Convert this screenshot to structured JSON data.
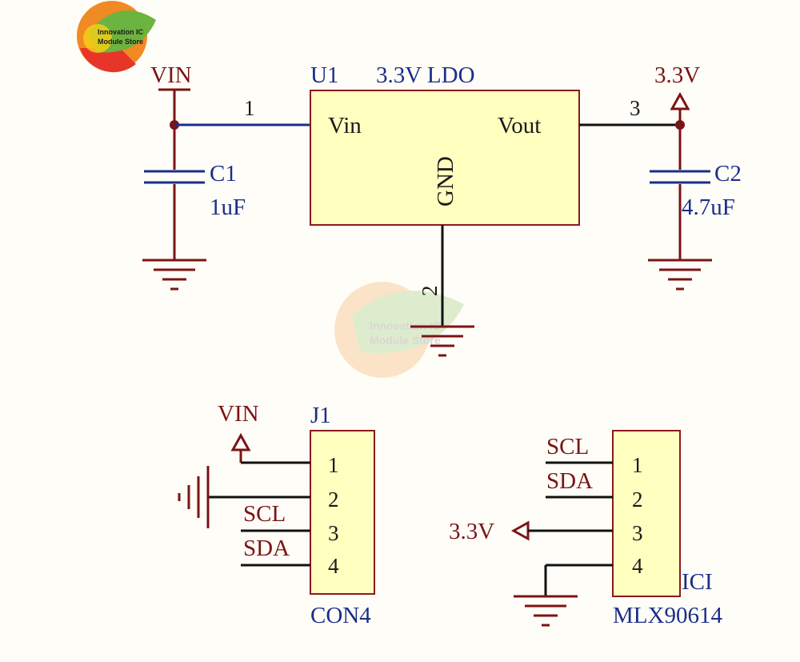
{
  "logo": {
    "line1": "Innovation IC",
    "line2": "Module Store",
    "colors": {
      "orange": "#f08a24",
      "red": "#e8352a",
      "green": "#6db33f",
      "yellow": "#f7d117"
    }
  },
  "watermark": {
    "line1": "Innovation IC",
    "line2": "Module Store"
  },
  "regulator": {
    "ref": "U1",
    "value": "3.3V LDO",
    "pin_vin": "Vin",
    "pin_vout": "Vout",
    "pin_gnd": "GND",
    "pin1": "1",
    "pin2": "2",
    "pin3": "3"
  },
  "nets": {
    "vin_top": "VIN",
    "v33_top": "3.3V",
    "vin_conn": "VIN",
    "v33_sensor": "3.3V"
  },
  "c1": {
    "ref": "C1",
    "value": "1uF"
  },
  "c2": {
    "ref": "C2",
    "value": "4.7uF"
  },
  "connector": {
    "ref": "J1",
    "value": "CON4",
    "pins": [
      "1",
      "2",
      "3",
      "4"
    ],
    "signals": {
      "scl": "SCL",
      "sda": "SDA"
    }
  },
  "sensor": {
    "ref": "ICI",
    "value": "MLX90614",
    "pins": [
      "1",
      "2",
      "3",
      "4"
    ],
    "signals": {
      "scl": "SCL",
      "sda": "SDA"
    }
  },
  "colors": {
    "wire_blue": "#1a2e8a",
    "net_red": "#7a1416",
    "body_fill": "#ffffc0",
    "background": "#fffdf7"
  }
}
